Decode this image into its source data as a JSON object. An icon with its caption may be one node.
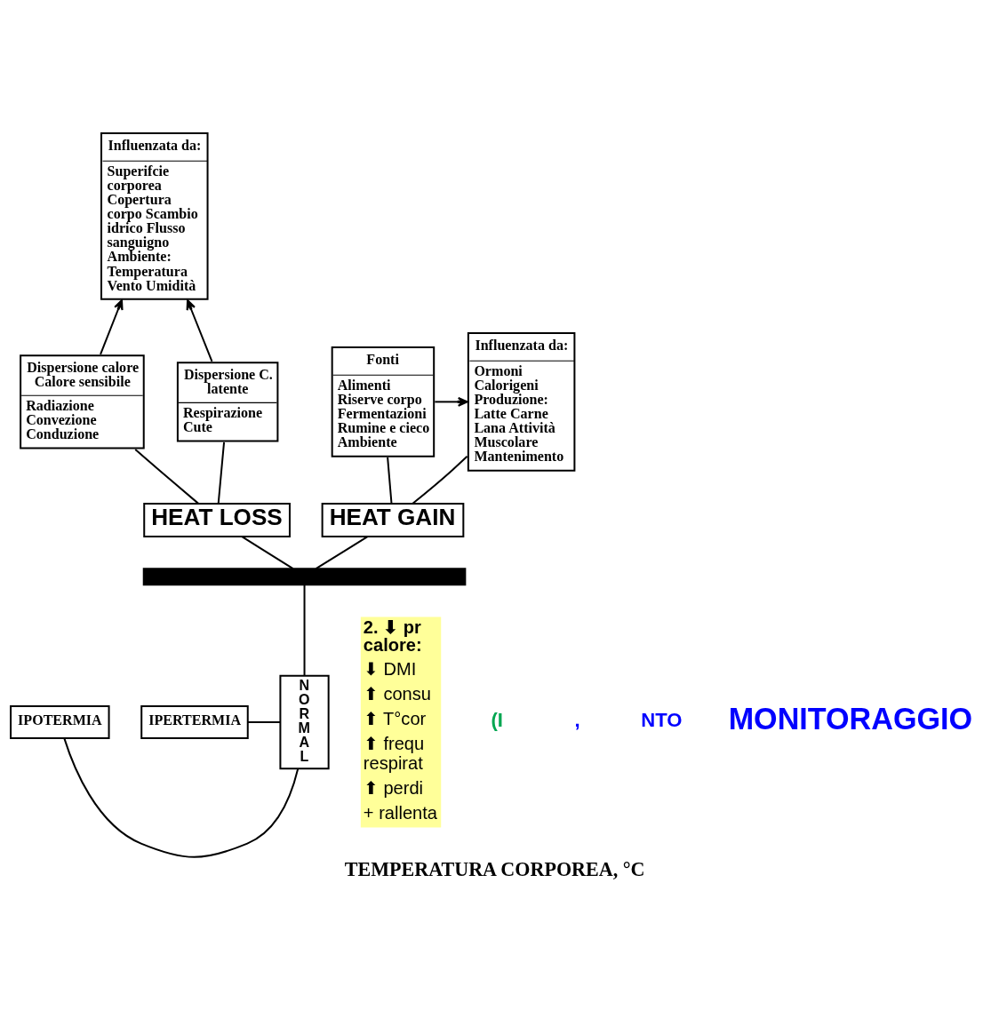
{
  "diagram": {
    "caption": "TEMPERATURA CORPOREA, °C",
    "nodes": [
      {
        "text": [
          "Influenzata da:",
          "Superifcie corporea Copertura corpo Scambio idrico Flusso sanguigno Ambiente: Temperatura Vento Umidità"
        ]
      },
      {
        "text": [
          "Dispersione calore Calore sensibile",
          "Radiazione Convezione Conduzione"
        ]
      },
      {
        "text": [
          "Dispersione C. latente",
          "Respirazione Cute"
        ]
      },
      {
        "text": [
          "HEAT LOSS"
        ]
      },
      {
        "text": [
          "Influenzata da:",
          "Ormoni Calorigeni Produzione: Latte Carne Lana Attività Muscolare Mantenimento"
        ]
      },
      {
        "text": [
          "Fonti",
          "Alimenti Riserve corpo Fermentazioni Rumine e cieco Ambiente"
        ]
      },
      {
        "text": [
          "HEAT GAIN"
        ]
      },
      {
        "text": [],
        "shape": "bar"
      },
      {
        "text": [
          "IPOTERMIA"
        ]
      },
      {
        "text": [
          "NORMAL"
        ]
      },
      {
        "text": [
          "IPERTERMIA"
        ]
      },
      {
        "text": [
          "2. ⬇ pr calore:",
          "⬇ DMI",
          "⬆ consu",
          "⬆ T°cor",
          "⬆ frequ respirat",
          "⬆ perdi",
          "+ rallenta"
        ]
      }
    ],
    "edges": [
      {
        "from": 1,
        "to": 0,
        "arrow": "to"
      },
      {
        "from": 2,
        "to": 0,
        "arrow": "to"
      },
      {
        "from": 3,
        "to": 1,
        "arrow": "none"
      },
      {
        "from": 3,
        "to": 2,
        "arrow": "none"
      },
      {
        "from": 5,
        "to": 4,
        "arrow": "to"
      },
      {
        "from": 6,
        "to": 4,
        "arrow": "none"
      },
      {
        "from": 6,
        "to": 5,
        "arrow": "none"
      },
      {
        "from": 7,
        "to": 3,
        "arrow": "none"
      },
      {
        "from": 7,
        "to": 6,
        "arrow": "none"
      },
      {
        "from": 9,
        "to": 7,
        "arrow": "none"
      },
      {
        "from": 8,
        "to": 9,
        "arrow": "none"
      },
      {
        "from": 10,
        "to": 9,
        "arrow": "none"
      }
    ],
    "labels": [
      "(I",
      ",",
      "NTO",
      "MONITORAGGIO"
    ]
  }
}
